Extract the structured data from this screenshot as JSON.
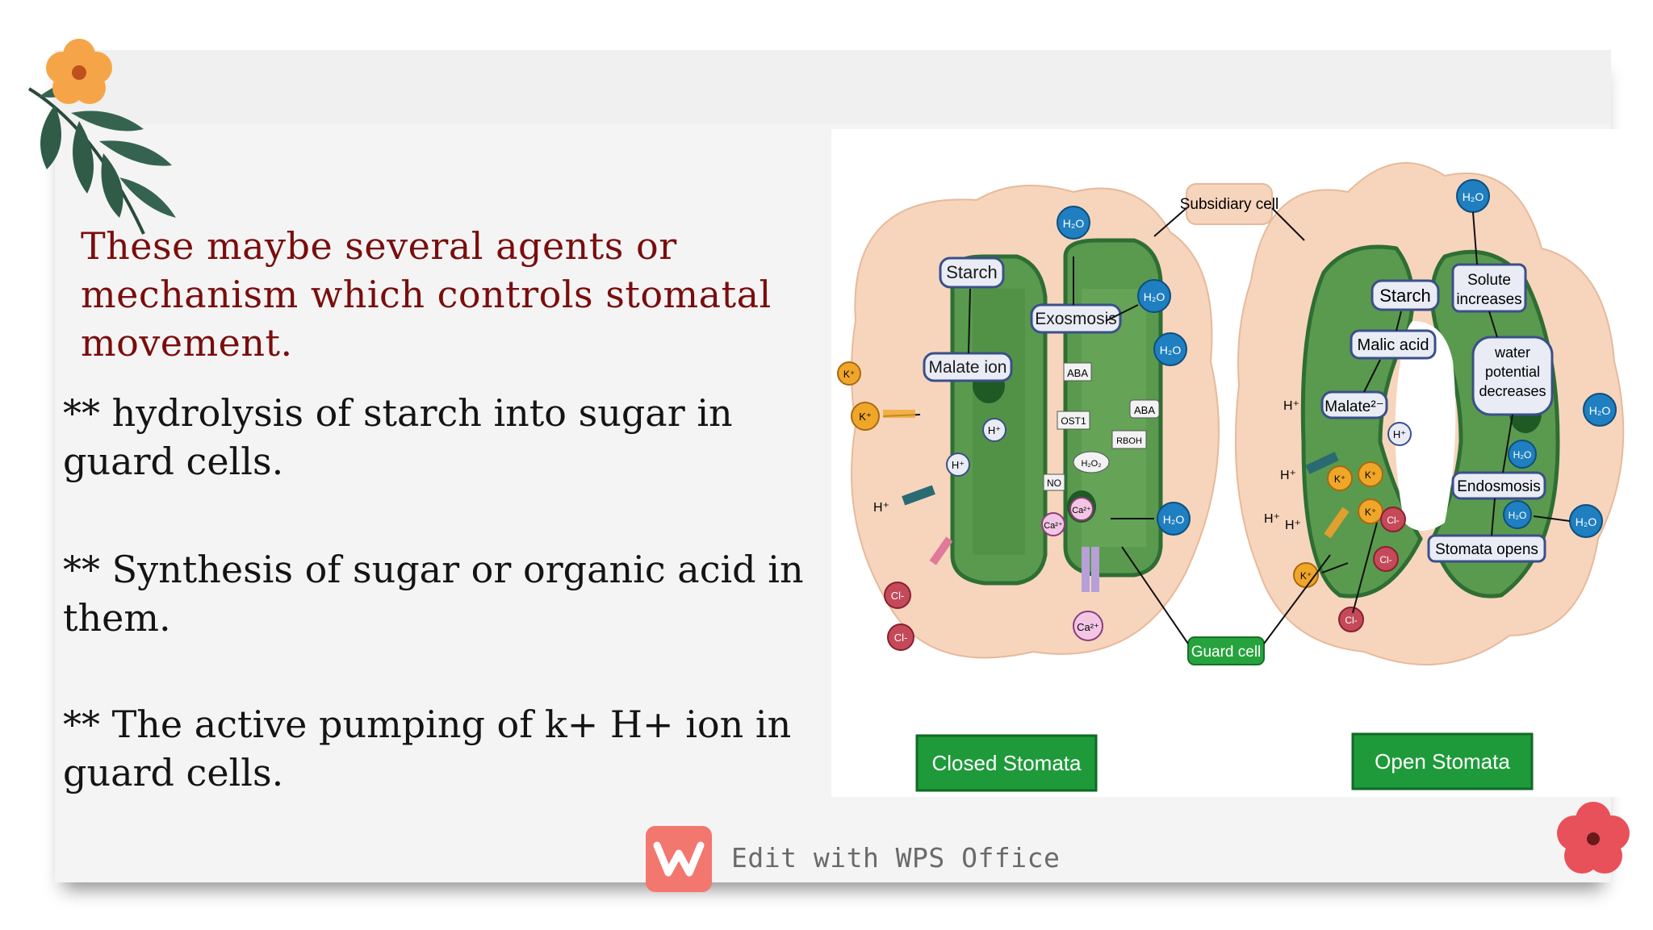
{
  "heading": "These maybe several agents or mechanism which controls stomatal movement.",
  "points": [
    "** hydrolysis of starch into sugar in guard cells.",
    "** Synthesis of sugar or organic acid in them.",
    "** The active pumping of k+ H+ ion in guard cells."
  ],
  "diagram": {
    "subsidiary_cell": "Subsidiary cell",
    "guard_cell": "Guard cell",
    "closed_button": "Closed Stomata",
    "open_button": "Open Stomata",
    "closed": {
      "starch": "Starch",
      "malate_ion": "Malate ion",
      "exosmosis": "Exosmosis",
      "aba_inner": "ABA",
      "aba_outer": "ABA",
      "ost1": "OST1",
      "rboh": "RBOH",
      "h2o2": "H₂O₂",
      "no": "NO",
      "ca_a": "Ca²⁺",
      "ca_b": "Ca²⁺",
      "ca_out": "Ca²⁺",
      "h_a": "H⁺",
      "h_b": "H⁺",
      "h_out": "H⁺",
      "k_a": "K⁺",
      "k_b": "K⁺",
      "cl_a": "Cl-",
      "cl_b": "Cl-",
      "h2o_top": "H₂O",
      "h2o_r1": "H₂O",
      "h2o_r2": "H₂O",
      "h2o_r3": "H₂O"
    },
    "open": {
      "starch": "Starch",
      "malic_acid": "Malic acid",
      "malate": "Malate²⁻",
      "solute": "Solute increases",
      "water_potential": "water potential decreases",
      "endosmosis": "Endosmosis",
      "stomata_opens": "Stomata opens",
      "h2o_top": "H₂O",
      "h2o_r": "H₂O",
      "h2o_in1": "H₂O",
      "h2o_in2": "H₂O",
      "h2o_out": "H₂O",
      "h_a": "H⁺",
      "h_b": "H⁺",
      "h_c": "H⁺",
      "h_d": "H⁺",
      "h_e": "H⁺",
      "k_a": "K⁺",
      "k_b": "K⁺",
      "k_c": "K⁺",
      "k_d": "K⁺",
      "cl_a": "Cl-",
      "cl_b": "Cl-",
      "cl_c": "Cl-"
    }
  },
  "footer": {
    "text": "Edit with WPS Office",
    "logo": "W"
  },
  "colors": {
    "heading": "#7a0d0d",
    "cell": "#f7d5bd",
    "guard": "#5a9a4e",
    "button": "#1f9a3a",
    "ion_blue": "#1f7fc0"
  }
}
